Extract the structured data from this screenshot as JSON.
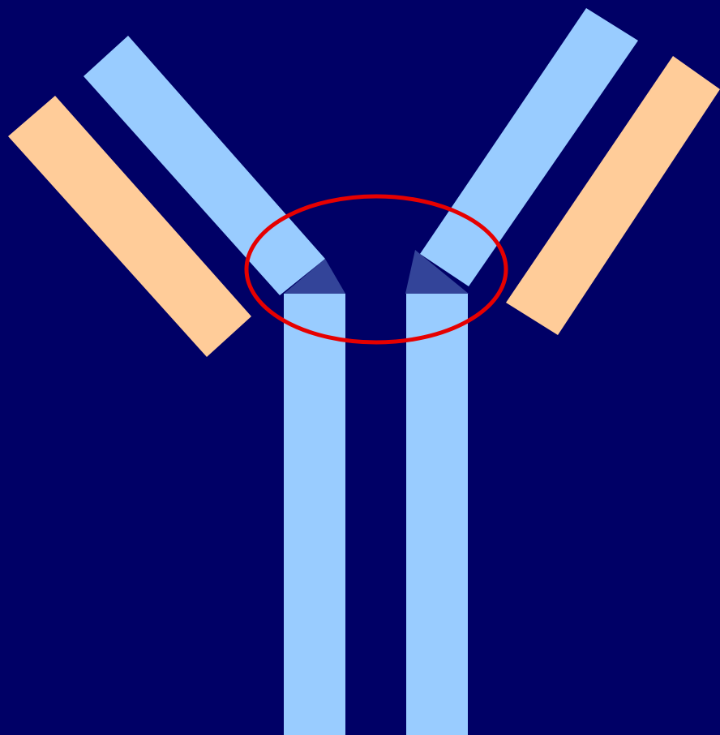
{
  "diagram": {
    "type": "antibody-structure",
    "colors": {
      "background": "#000066",
      "heavy_chain": "#99CCFF",
      "light_chain": "#FFCC99",
      "hinge_region": "#334499",
      "highlight_ring": "#E60000"
    },
    "parts": [
      "heavy-chain-left-stem",
      "heavy-chain-right-stem",
      "heavy-chain-left-arm",
      "heavy-chain-right-arm",
      "light-chain-left",
      "light-chain-right",
      "hinge-left",
      "hinge-right",
      "hinge-highlight-ellipse"
    ]
  }
}
